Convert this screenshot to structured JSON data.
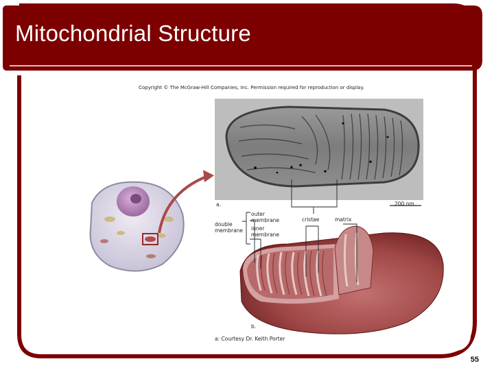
{
  "slide": {
    "title": "Mitochondrial Structure",
    "page_number": "55",
    "colors": {
      "frame": "#7d0000",
      "membrane": "#b85c5c",
      "cell": "#dcd6e6"
    }
  },
  "figure": {
    "copyright": "Copyright © The McGraw-Hill Companies, Inc. Permission required for reproduction or display.",
    "panel_a_label": "a.",
    "panel_b_label": "b.",
    "scale_bar": "200 nm",
    "labels": {
      "double_membrane_1": "double",
      "double_membrane_2": "membrane",
      "outer_membrane_1": "outer",
      "outer_membrane_2": "membrane",
      "inner_membrane_1": "inner",
      "inner_membrane_2": "membrane",
      "cristae": "cristae",
      "matrix": "matrix"
    },
    "credit": "a: Courtesy Dr. Keith Porter"
  }
}
